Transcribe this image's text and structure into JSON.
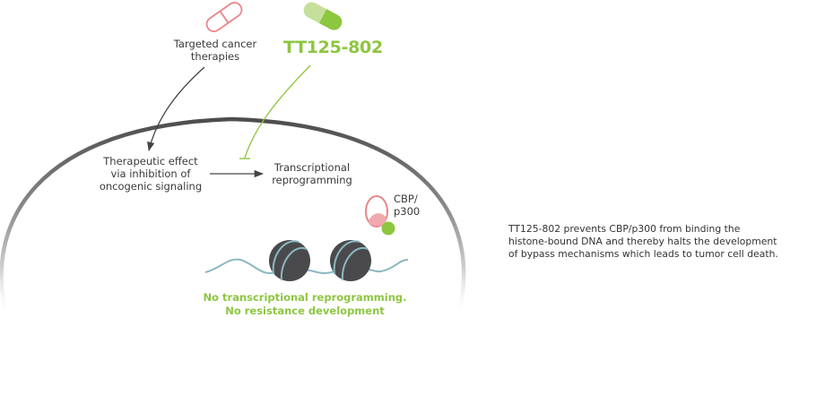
{
  "colors": {
    "drug_green": "#8dc63f",
    "drug_green_light": "#c5e09a",
    "pill_red": "#e8868b",
    "membrane_dark": "#555555",
    "arrow_dark": "#444444",
    "dna_blue": "#8bb8c2",
    "histone": "#4a4a4c",
    "cbp_pink": "#f0a9ac"
  },
  "inputs": {
    "targeted_therapy": {
      "icon": "pill-outline-icon",
      "label_lines": [
        "Targeted cancer",
        "therapies"
      ]
    },
    "drug": {
      "icon": "pill-filled-icon",
      "name": "TT125-802"
    }
  },
  "cell": {
    "therapeutic_effect_lines": [
      "Therapeutic effect",
      "via inhibition of",
      "oncogenic signaling"
    ],
    "transcriptional_lines": [
      "Transcriptional",
      "reprogramming"
    ],
    "cbp_label_lines": [
      "CBP/",
      "p300"
    ],
    "outcome_lines": [
      "No transcriptional reprogramming.",
      "No resistance development"
    ]
  },
  "description_lines": [
    "TT125-802 prevents CBP/p300 from binding the",
    "histone-bound DNA and thereby halts the development",
    "of bypass mechanisms which leads to tumor cell death."
  ]
}
